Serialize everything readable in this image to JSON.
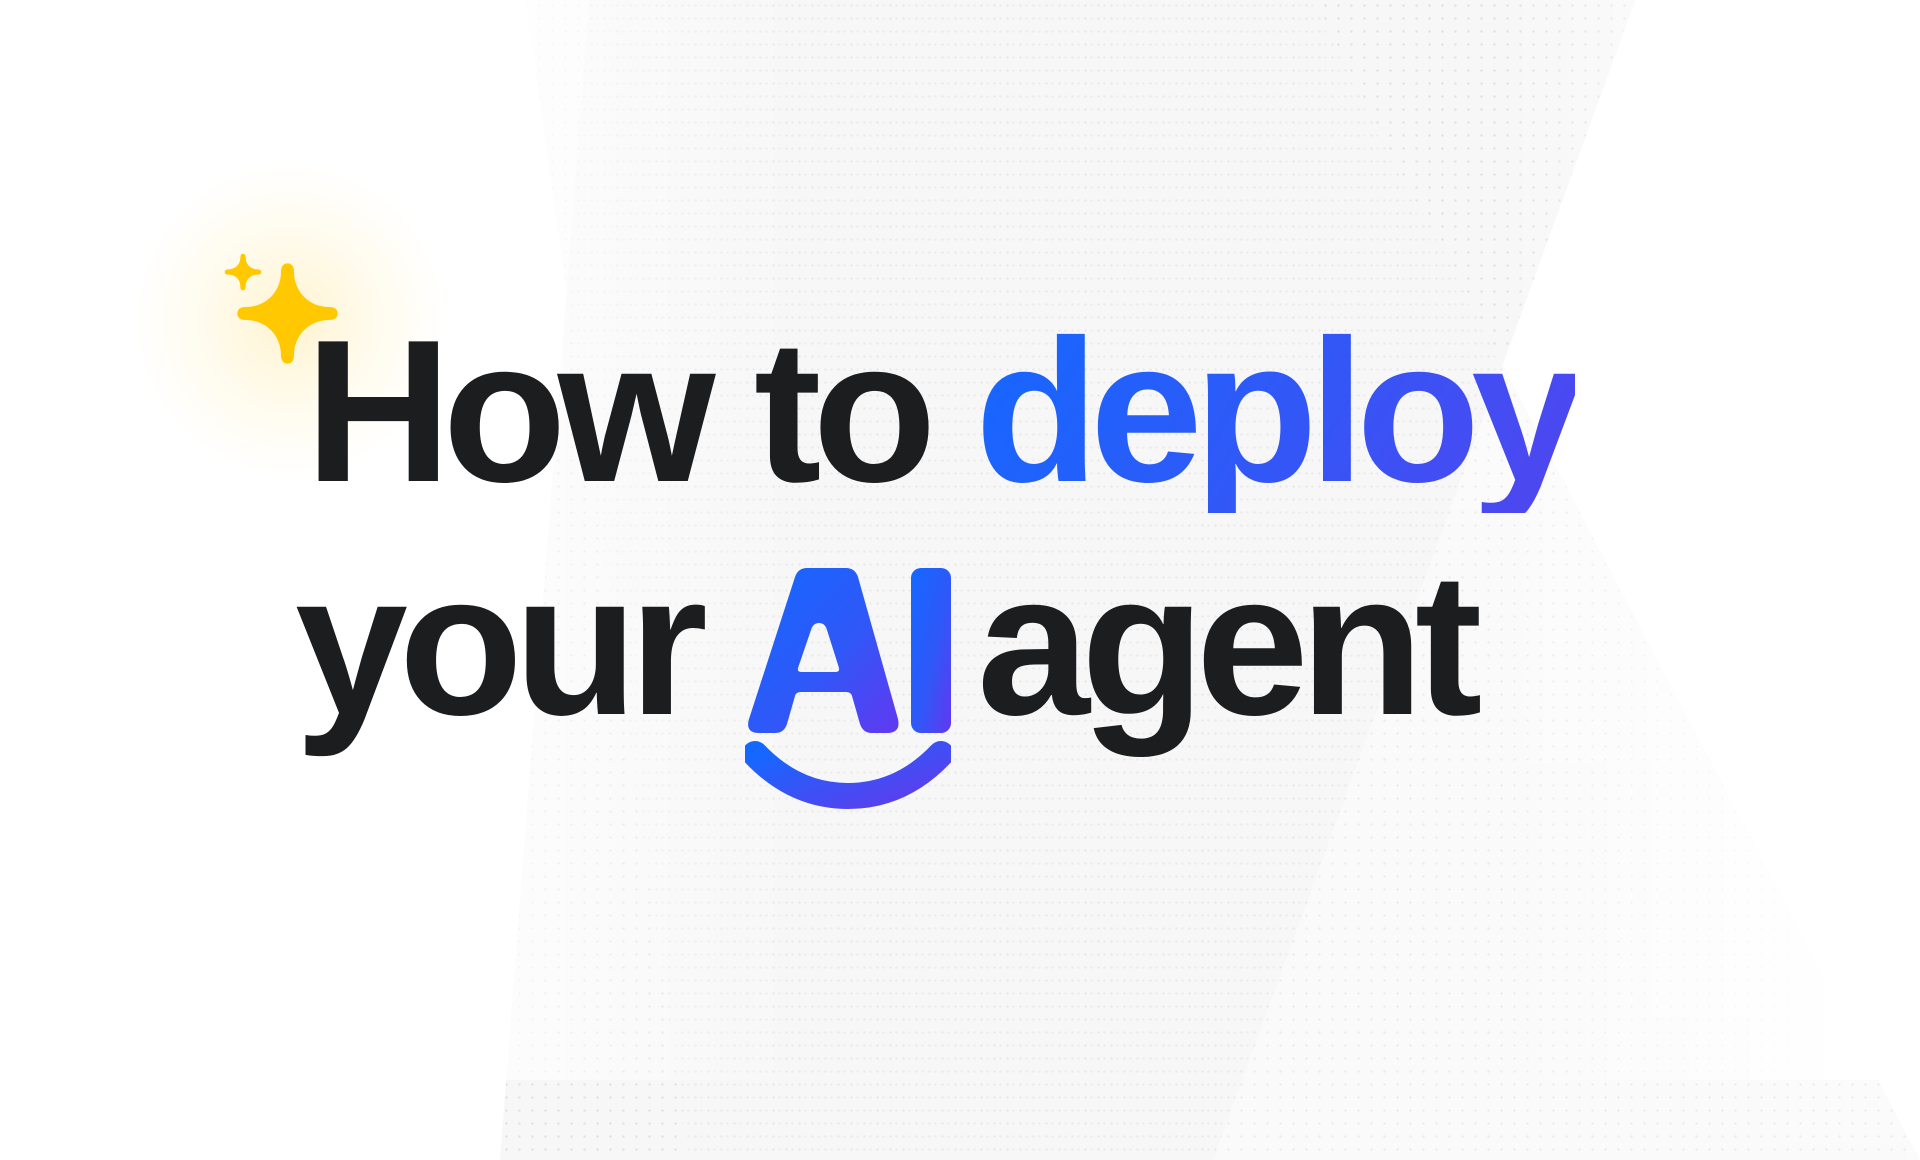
{
  "headline": {
    "line1": {
      "plain": "How to",
      "accent": "deploy"
    },
    "line2": {
      "before": "your",
      "logo_text": "AI",
      "after": "agent"
    },
    "full_text": "How to deploy your AI agent"
  },
  "decorations": {
    "sparkle_icon": "sparkle-icon",
    "ai_logo_icon": "ai-smile-logo-icon"
  },
  "colors": {
    "text": "#1c1d1f",
    "accent_gradient_start": "#1468ff",
    "accent_gradient_end": "#6238f0",
    "sparkle": "#ffc800",
    "background": "#ffffff",
    "background_band": "#f7f7f8"
  }
}
